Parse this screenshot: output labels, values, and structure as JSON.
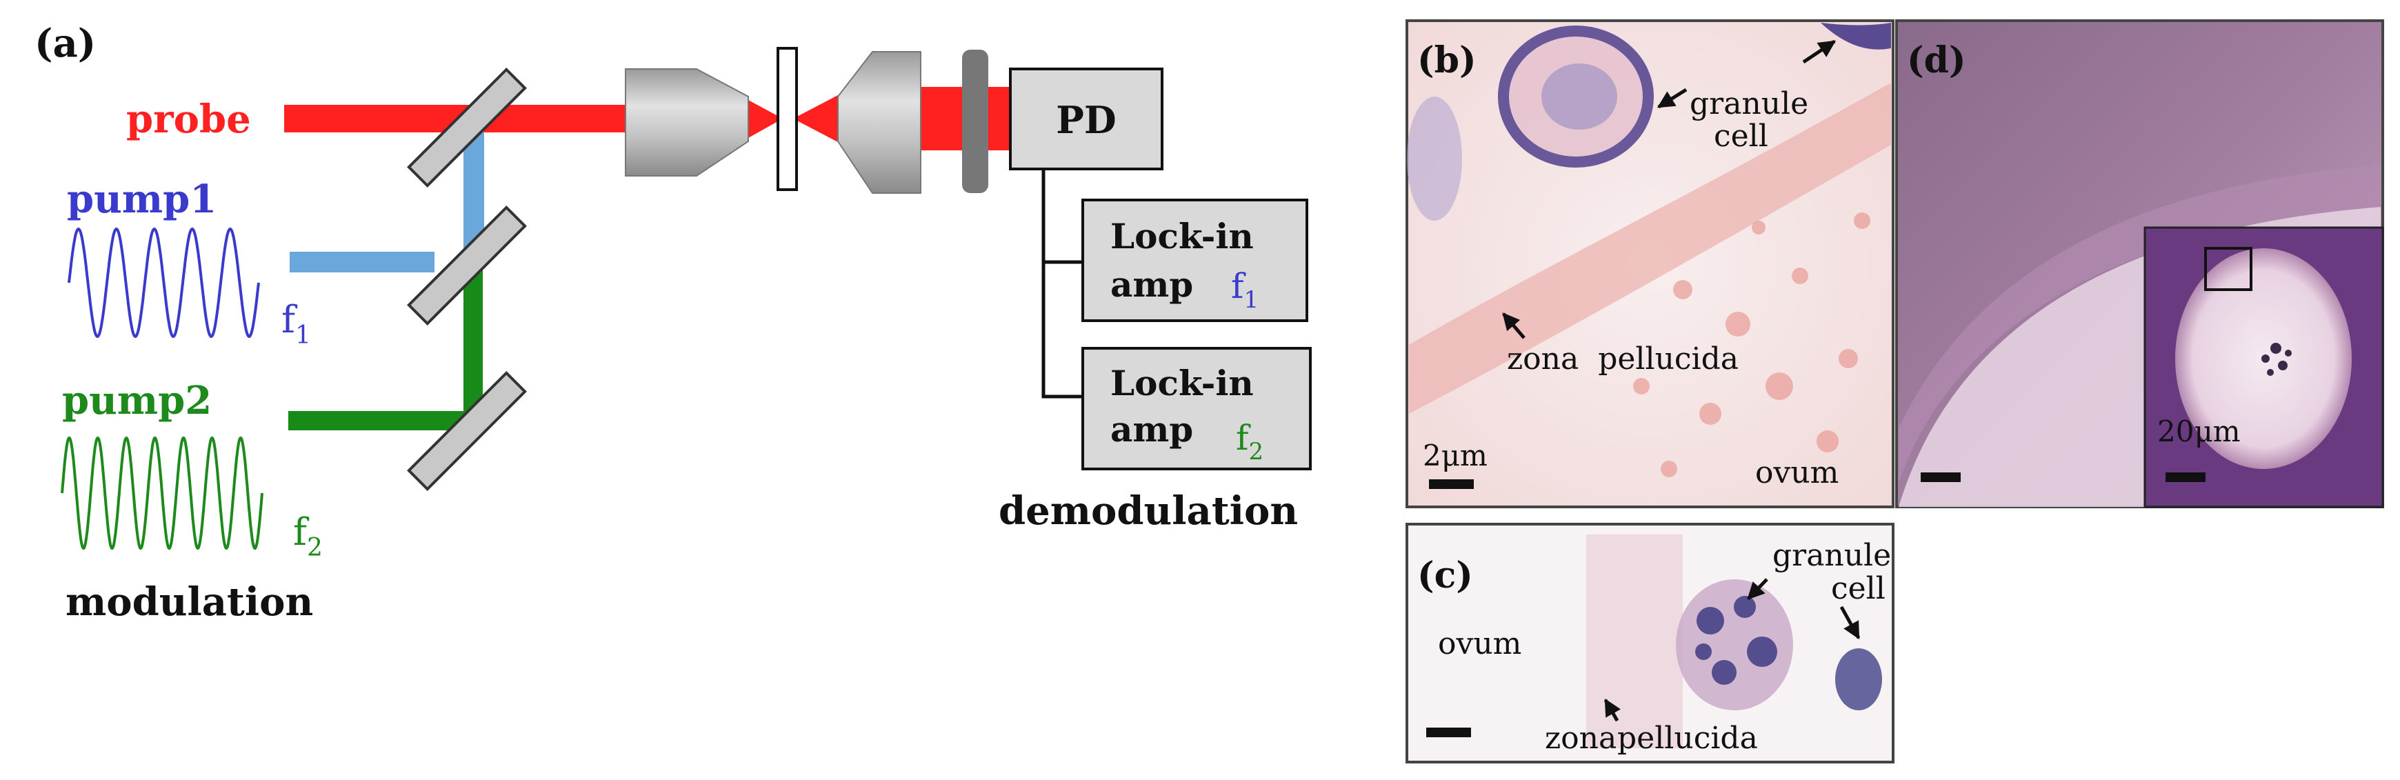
{
  "panel_labels": {
    "a": "(a)",
    "b": "(b)",
    "c": "(c)",
    "d": "(d)"
  },
  "setup": {
    "probe_label": "probe",
    "pump1_label": "pump1",
    "pump2_label": "pump2",
    "f1_base": "f",
    "f1_sub": "1",
    "f2_base": "f",
    "f2_sub": "2",
    "modulation_label": "modulation",
    "pd_label": "PD",
    "lockin1_line1": "Lock-in",
    "lockin1_line2": "amp",
    "lockin2_line1": "Lock-in",
    "lockin2_line2": "amp",
    "demodulation_label": "demodulation"
  },
  "micrographs": {
    "b_granule_line1": "granule",
    "b_granule_line2": "cell",
    "b_zona": "zona  pellucida",
    "b_ovum": "ovum",
    "b_scale": "2μm",
    "c_granule_line1": "granule",
    "c_granule_line2": "cell",
    "c_ovum": "ovum",
    "c_zona_line1": "zona",
    "c_zona_line2": "pellucida",
    "d_scale": "20μm"
  },
  "colors": {
    "probe": "#ff2020",
    "pump1": "#3a3acc",
    "pump1_beam": "#6aa8dc",
    "pump2": "#1e8a1e",
    "pump2_beam": "#178a17",
    "optic_gray": "#c8c8c8",
    "filter_gray": "#777777"
  }
}
